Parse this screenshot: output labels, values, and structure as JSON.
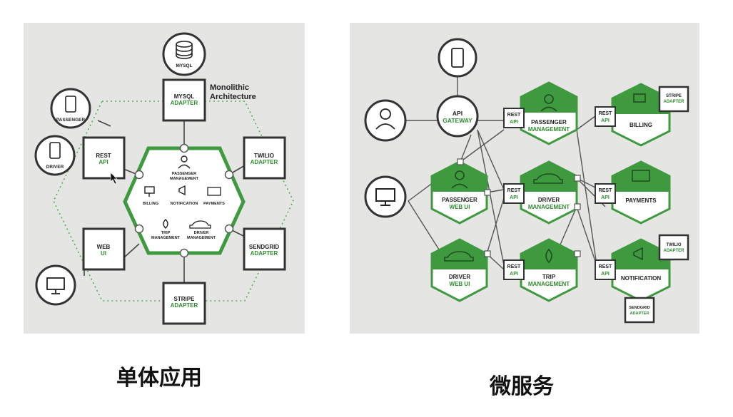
{
  "monolith": {
    "mysql": "MYSQL",
    "mysql_adapter": [
      "MYSQL",
      "ADAPTER"
    ],
    "title": [
      "Monolithic",
      "Architecture"
    ],
    "passenger": "PASSENGER",
    "driver": "DRIVER",
    "rest_api": [
      "REST",
      "API"
    ],
    "web_ui": [
      "WEB",
      "UI"
    ],
    "twilio_adapter": [
      "TWILIO",
      "ADAPTER"
    ],
    "sendgrid_adapter": [
      "SENDGRID",
      "ADAPTER"
    ],
    "stripe_adapter": [
      "STRIPE",
      "ADAPTER"
    ],
    "core": {
      "passenger_management": [
        "PASSENGER",
        "MANAGEMENT"
      ],
      "billing": "BILLING",
      "notification": "NOTIFICATION",
      "payments": "PAYMENTS",
      "trip_management": [
        "TRIP",
        "MANAGEMENT"
      ],
      "driver_management": [
        "DRIVER",
        "MANAGEMENT"
      ]
    },
    "caption": "单体应用"
  },
  "micro": {
    "api_gateway": [
      "API",
      "GATEWAY"
    ],
    "rest_api": [
      "REST",
      "API"
    ],
    "passenger_management": [
      "PASSENGER",
      "MANAGEMENT"
    ],
    "billing": "BILLING",
    "stripe_adapter": [
      "STRIPE",
      "ADAPTER"
    ],
    "passenger_web_ui": [
      "PASSENGER",
      "WEB UI"
    ],
    "driver_management": [
      "DRIVER",
      "MANAGEMENT"
    ],
    "payments": "PAYMENTS",
    "driver_web_ui": [
      "DRIVER",
      "WEB UI"
    ],
    "trip_management": [
      "TRIP",
      "MANAGEMENT"
    ],
    "notification": "NOTIFICATION",
    "twilio_adapter": [
      "TWILIO",
      "ADAPTER"
    ],
    "sendgrid_adapter": [
      "SENDGRID",
      "ADAPTER"
    ],
    "caption": "微服务"
  },
  "colors": {
    "green": "#3f9a3f",
    "dark_green": "#2e8b2e",
    "box_border": "#333333",
    "panel": "#e5e5e3"
  }
}
